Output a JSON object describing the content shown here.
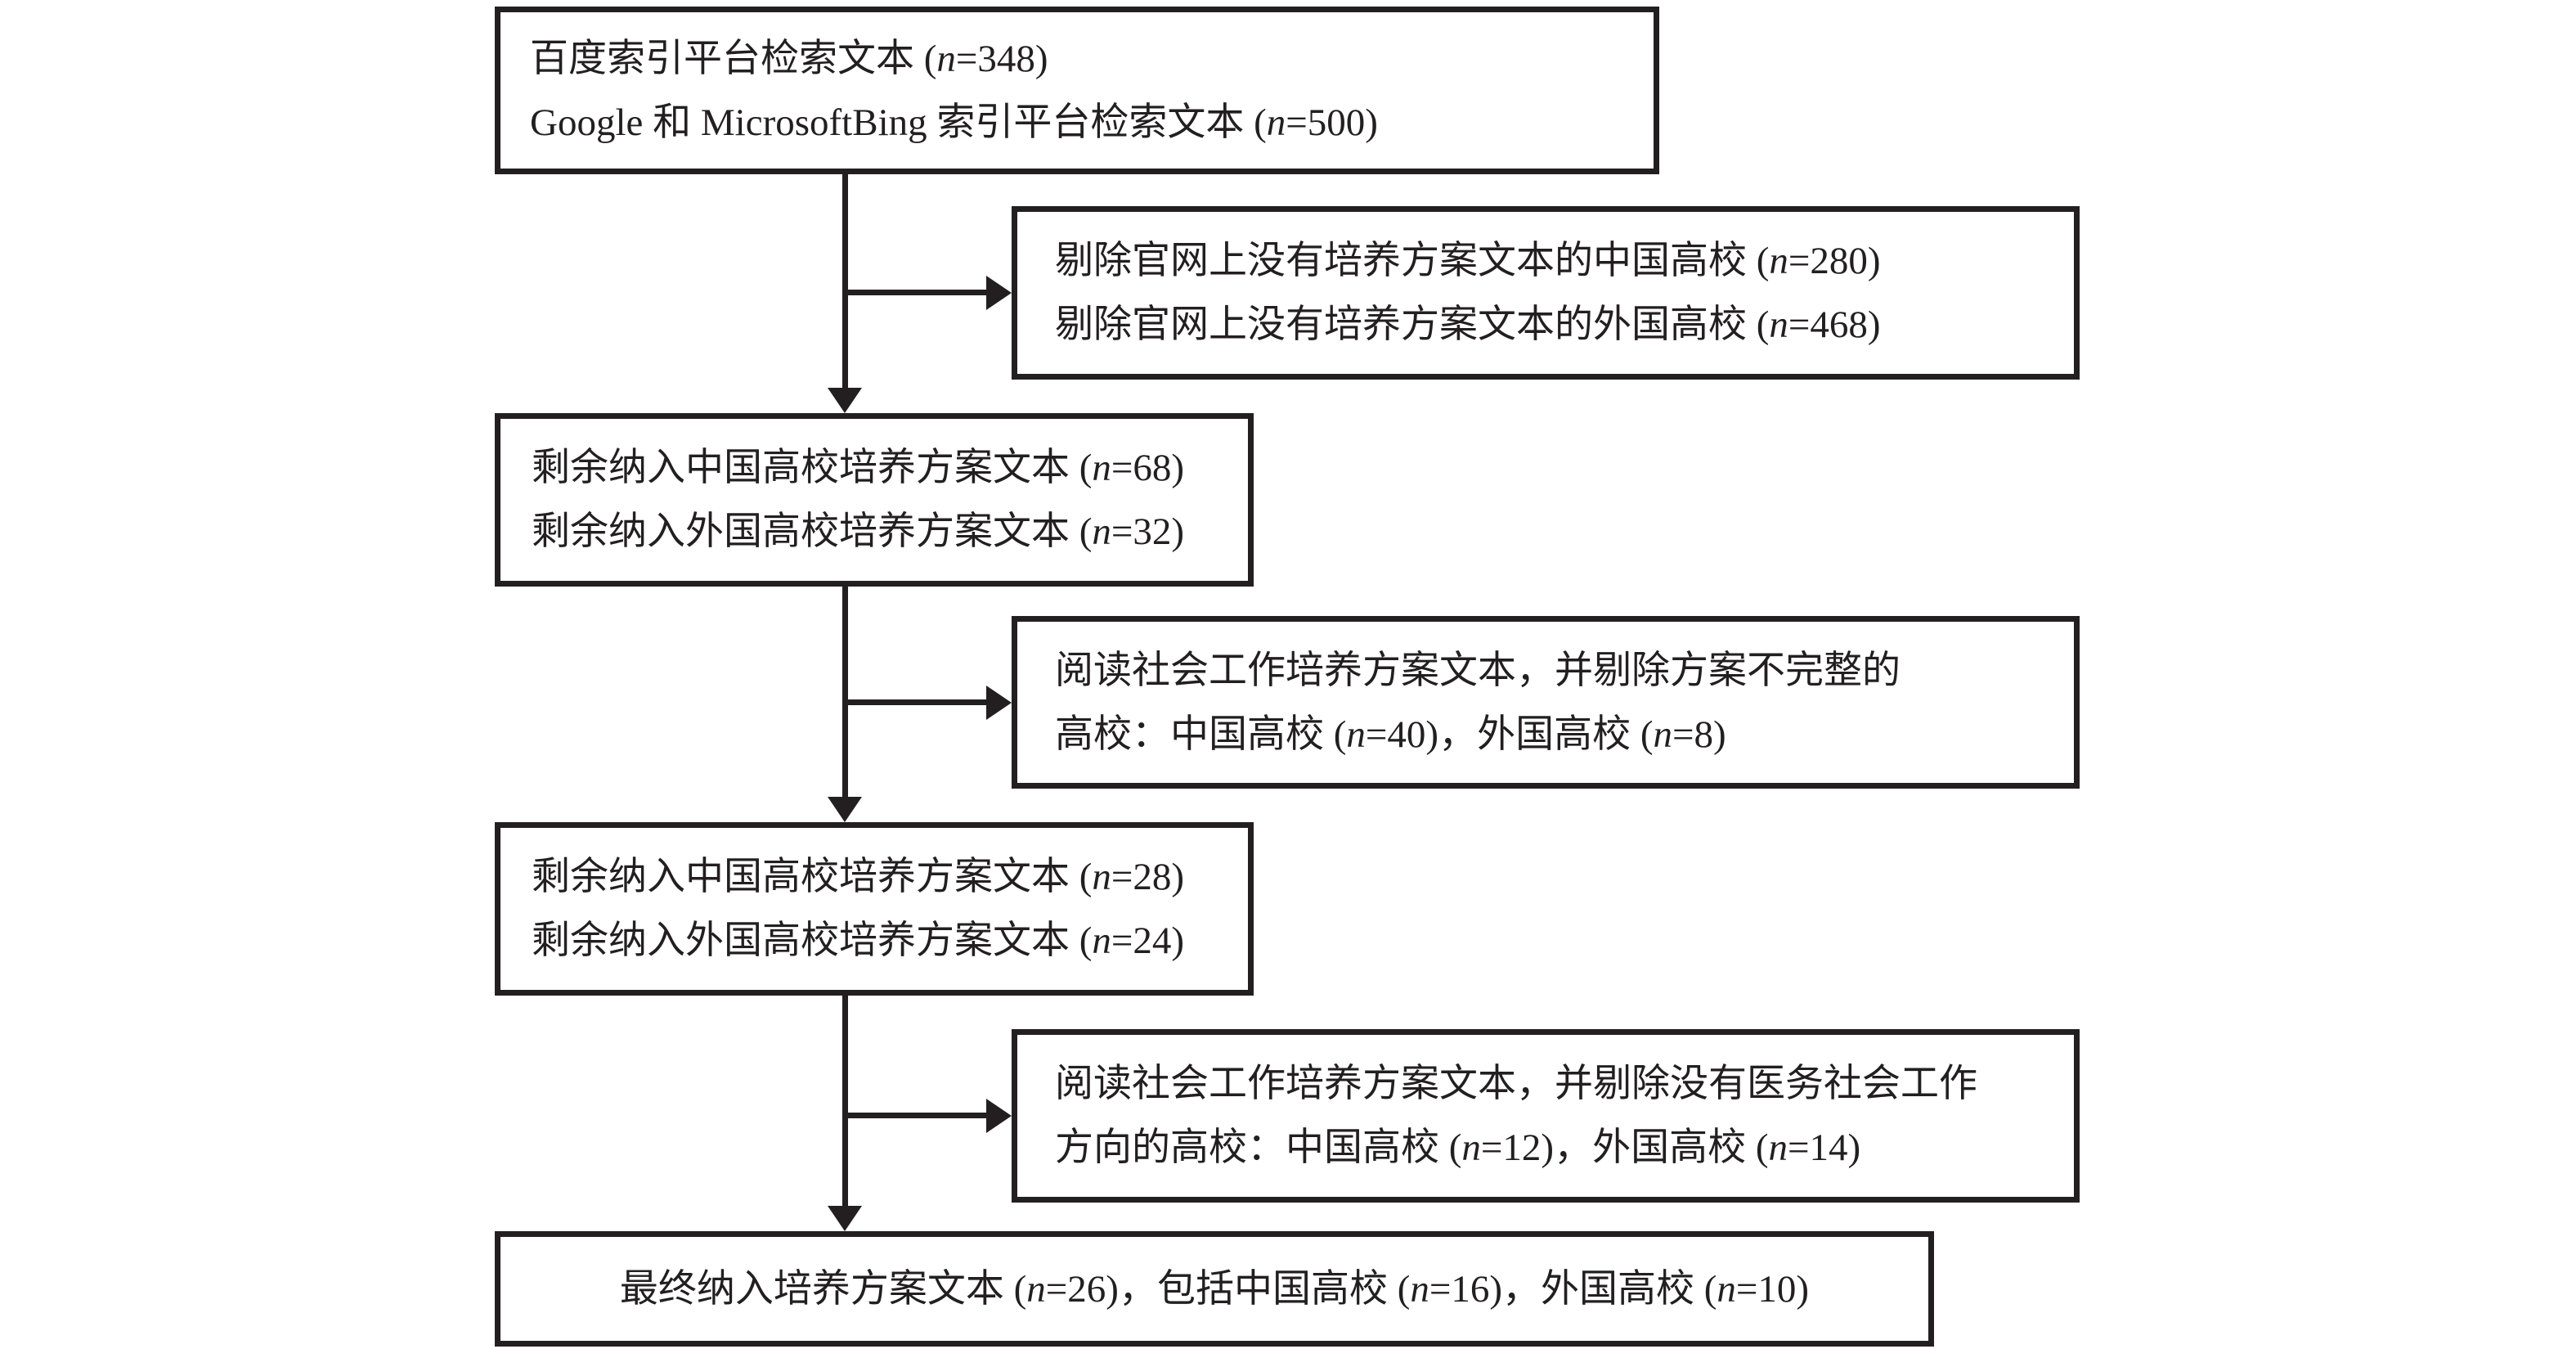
{
  "figure": {
    "type": "flowchart",
    "background_color": "#ffffff",
    "ink_color": "#231f20",
    "boxes": [
      {
        "id": "sources",
        "lines": [
          "百度索引平台检索文本 (n=348)",
          "Google 和 MicrosoftBing 索引平台检索文本 (n=500)"
        ]
      },
      {
        "id": "excluded-no-plan",
        "lines": [
          "剔除官网上没有培养方案文本的中国高校 (n=280)",
          "剔除官网上没有培养方案文本的外国高校 (n=468)"
        ]
      },
      {
        "id": "remaining-1",
        "lines": [
          "剩余纳入中国高校培养方案文本 (n=68)",
          "剩余纳入外国高校培养方案文本 (n=32)"
        ]
      },
      {
        "id": "excluded-incomplete",
        "lines": [
          "阅读社会工作培养方案文本，并剔除方案不完整的",
          "高校：中国高校 (n=40)，外国高校 (n=8)"
        ]
      },
      {
        "id": "remaining-2",
        "lines": [
          "剩余纳入中国高校培养方案文本 (n=28)",
          "剩余纳入外国高校培养方案文本 (n=24)"
        ]
      },
      {
        "id": "excluded-no-msw",
        "lines": [
          "阅读社会工作培养方案文本，并剔除没有医务社会工作",
          "方向的高校：中国高校 (n=12)，外国高校 (n=14)"
        ]
      },
      {
        "id": "final-included",
        "lines": [
          "最终纳入培养方案文本 (n=26)，包括中国高校 (n=16)，外国高校 (n=10)"
        ]
      }
    ]
  }
}
